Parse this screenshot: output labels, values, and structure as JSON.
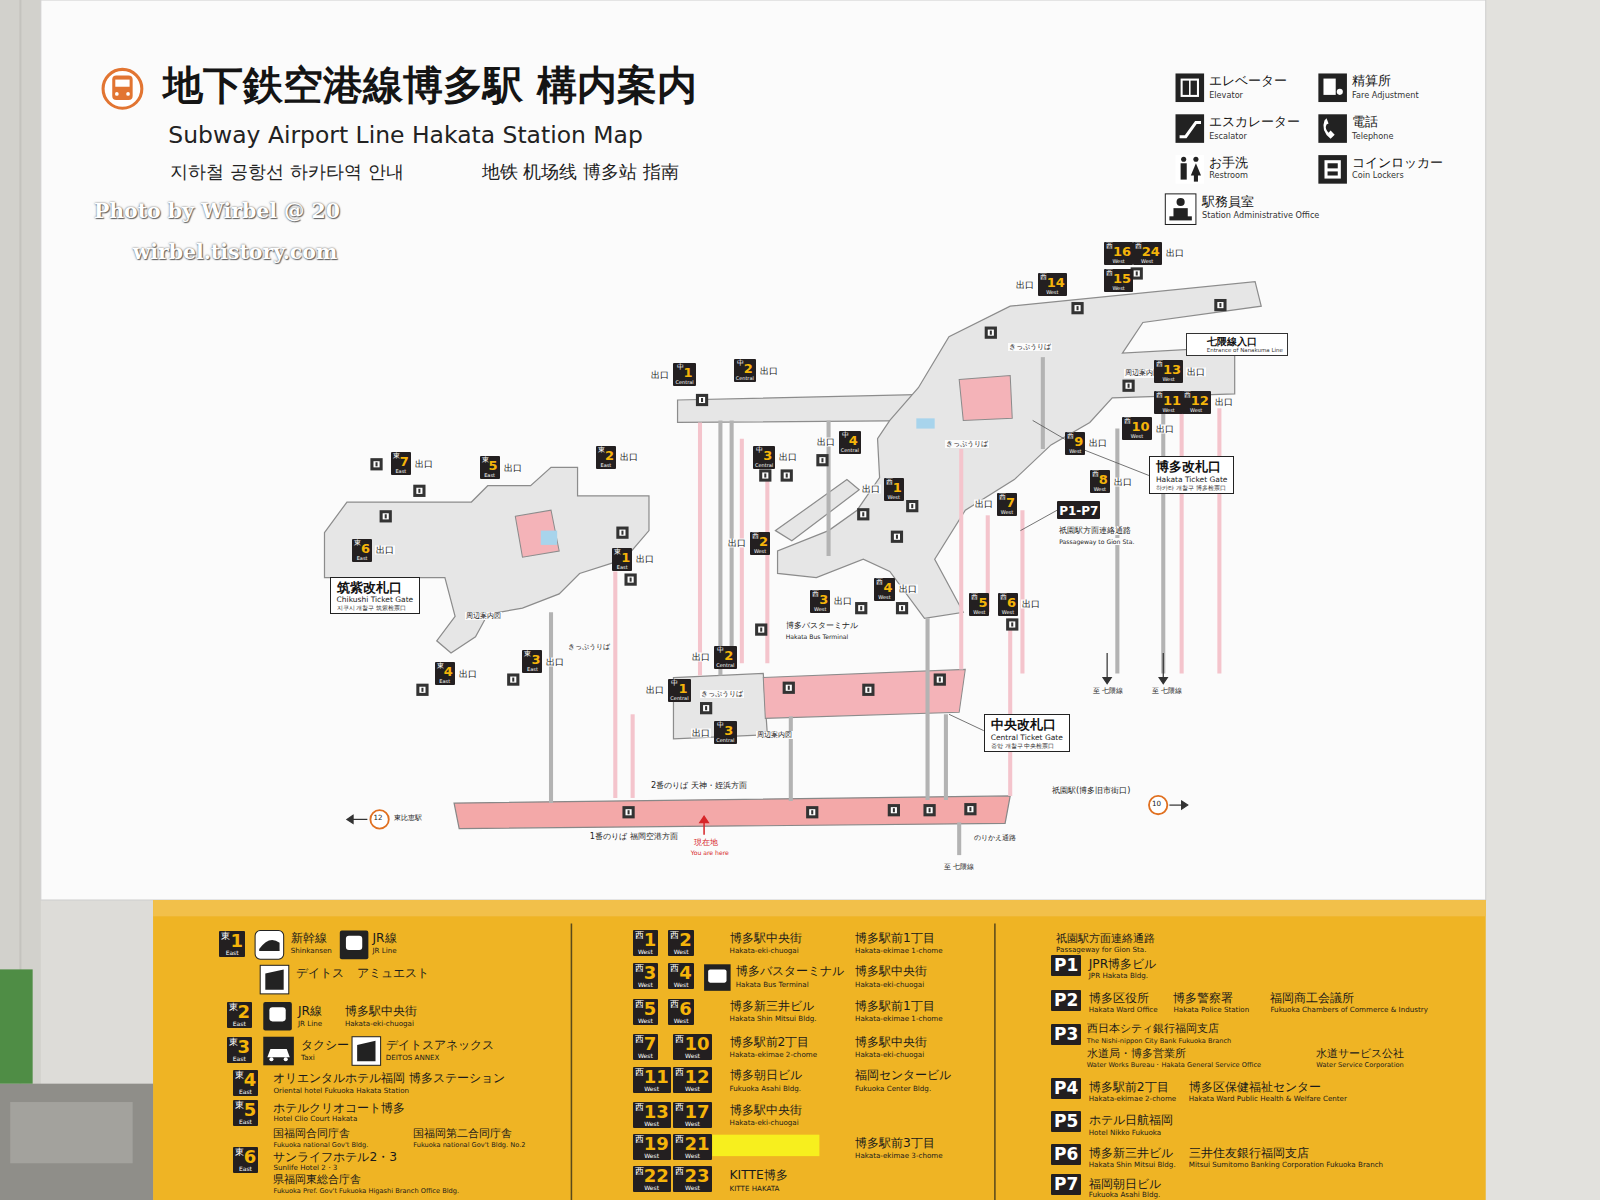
{
  "diagram": {
    "title": "地下鉄空港線博多駅 構内案内",
    "nodes": [
      {
        "text": [
          "筑紫改札口",
          "Chikushi Ticket Gate",
          "지쿠시 개찰구 筑紫检票口"
        ]
      },
      {
        "text": [
          "博多改札口",
          "Hakata Ticket Gate",
          "하카타 개찰구 博多检票口"
        ]
      },
      {
        "text": [
          "中央改札口",
          "Central Ticket Gate",
          "중앙 개찰구 中央检票口"
        ]
      },
      {
        "text": [
          "七隈線入口",
          "Entrance of Nanakuma Line"
        ]
      },
      {
        "text": [
          "東",
          "7",
          "East",
          "出口"
        ]
      },
      {
        "text": [
          "東",
          "5",
          "East",
          "出口"
        ]
      },
      {
        "text": [
          "東",
          "2",
          "East",
          "出口"
        ]
      },
      {
        "text": [
          "東",
          "6",
          "East",
          "出口"
        ]
      },
      {
        "text": [
          "東",
          "1",
          "East",
          "出口"
        ]
      },
      {
        "text": [
          "東",
          "4",
          "East",
          "出口"
        ]
      },
      {
        "text": [
          "東",
          "3",
          "East",
          "出口"
        ]
      },
      {
        "text": [
          "中",
          "1",
          "Central",
          "出口"
        ]
      },
      {
        "text": [
          "中",
          "2",
          "Central",
          "出口"
        ]
      },
      {
        "text": [
          "中",
          "3",
          "Central",
          "出口"
        ]
      },
      {
        "text": [
          "中",
          "4",
          "Central",
          "出口"
        ]
      },
      {
        "text": [
          "中",
          "2",
          "Central",
          "出口"
        ]
      },
      {
        "text": [
          "中",
          "1",
          "Central",
          "出口"
        ]
      },
      {
        "text": [
          "中",
          "3",
          "Central",
          "出口"
        ]
      },
      {
        "text": [
          "西",
          "16",
          "West"
        ]
      },
      {
        "text": [
          "西",
          "24",
          "West",
          "出口"
        ]
      },
      {
        "text": [
          "西",
          "14",
          "West",
          "出口"
        ]
      },
      {
        "text": [
          "西",
          "15",
          "West"
        ]
      },
      {
        "text": [
          "西",
          "13",
          "West",
          "出口"
        ]
      },
      {
        "text": [
          "西",
          "11",
          "West"
        ]
      },
      {
        "text": [
          "西",
          "12",
          "West",
          "出口"
        ]
      },
      {
        "text": [
          "西",
          "10",
          "West",
          "出口"
        ]
      },
      {
        "text": [
          "西",
          "9",
          "West",
          "出口"
        ]
      },
      {
        "text": [
          "西",
          "8",
          "West",
          "出口"
        ]
      },
      {
        "text": [
          "西",
          "1",
          "West",
          "出口"
        ]
      },
      {
        "text": [
          "西",
          "7",
          "West",
          "出口"
        ]
      },
      {
        "text": [
          "西",
          "2",
          "West",
          "出口"
        ]
      },
      {
        "text": [
          "西",
          "3",
          "West",
          "出口"
        ]
      },
      {
        "text": [
          "西",
          "4",
          "West",
          "出口"
        ]
      },
      {
        "text": [
          "西",
          "5",
          "West"
        ]
      },
      {
        "text": [
          "西",
          "6",
          "West",
          "出口"
        ]
      },
      {
        "text": [
          "P1-P7"
        ]
      },
      {
        "text": [
          "東",
          "1",
          "East"
        ]
      },
      {
        "text": [
          "東",
          "2",
          "East"
        ]
      },
      {
        "text": [
          "東",
          "3",
          "East"
        ]
      },
      {
        "text": [
          "東",
          "4",
          "East"
        ]
      },
      {
        "text": [
          "東",
          "5",
          "East"
        ]
      },
      {
        "text": [
          "東",
          "6",
          "East"
        ]
      },
      {
        "text": [
          "西",
          "1",
          "West"
        ]
      },
      {
        "text": [
          "西",
          "2",
          "West"
        ]
      },
      {
        "text": [
          "西",
          "3",
          "West"
        ]
      },
      {
        "text": [
          "西",
          "4",
          "West"
        ]
      },
      {
        "text": [
          "西",
          "5",
          "West"
        ]
      },
      {
        "text": [
          "西",
          "6",
          "West"
        ]
      },
      {
        "text": [
          "西",
          "7",
          "West"
        ]
      },
      {
        "text": [
          "西",
          "10",
          "West"
        ]
      },
      {
        "text": [
          "西",
          "11",
          "West"
        ]
      },
      {
        "text": [
          "西",
          "12",
          "West"
        ]
      },
      {
        "text": [
          "西",
          "13",
          "West"
        ]
      },
      {
        "text": [
          "西",
          "17",
          "West"
        ]
      },
      {
        "text": [
          "西",
          "19",
          "West"
        ]
      },
      {
        "text": [
          "西",
          "21",
          "West"
        ]
      },
      {
        "text": [
          "西",
          "22",
          "West"
        ]
      },
      {
        "text": [
          "西",
          "23",
          "West"
        ]
      },
      {
        "text": [
          "P1"
        ]
      },
      {
        "text": [
          "P2"
        ]
      },
      {
        "text": [
          "P3"
        ]
      },
      {
        "text": [
          "P4"
        ]
      },
      {
        "text": [
          "P5"
        ]
      },
      {
        "text": [
          "P6"
        ]
      },
      {
        "text": [
          "P7"
        ]
      }
    ],
    "labels": [
      "Subway Airport Line Hakata Station Map",
      "지하철 공항선 하카타역 안내",
      "地铁 机场线 博多站 指南",
      "Photo by Wirbel @ 20",
      "wirbel.tistory.com",
      "Elevator",
      "Escalator",
      "Restroom",
      "Station Administrative Office",
      "Fare Adjustment",
      "Telephone",
      "Coin Lockers",
      "きっぷうりば",
      "きっぷうりば",
      "きっぷうりば",
      "きっぷうりば",
      "周辺案内図",
      "周辺案内図",
      "周辺案内図",
      "祇園駅方面連絡通路",
      "Passageway to Gion Sta.",
      "博多バスターミナル",
      "Hakata Bus Terminal",
      "2番のりば 天神・姪浜方面",
      "1番のりば 福岡空港方面",
      "現在地",
      "You are here",
      "のりかえ通路",
      "至 七隈線",
      "至 七隈線",
      "至 七隈線",
      "祇園駅(博多旧市街口)",
      "東比恵駅",
      "12",
      "10",
      "新幹線",
      "Shinkansen",
      "JR線",
      "JR Line",
      "デイトス",
      "アミュエスト",
      "JR線",
      "JR Line",
      "博多駅中央街",
      "Hakata-eki-chuogai",
      "タクシー",
      "Taxi",
      "デイトスアネックス",
      "DEITOS ANNEX",
      "オリエンタルホテル福岡 博多ステーション",
      "Oriental hotel Fukuoka Hakata Station",
      "ホテルクリオコート博多",
      "Hotel Clio Court Hakata",
      "国福岡合同庁舎",
      "Fukuoka national Gov't Bldg.",
      "国福岡第二合同庁舎",
      "Fukuoka national Gov't Bldg. No.2",
      "サンライフホテル2・3",
      "Sunlife Hotel 2・3",
      "県福岡東総合庁舎",
      "Fukuoka Pref. Gov't Fukuoka Higashi Branch Office Bldg.",
      "博多駅中央街",
      "Hakata-eki-chuogai",
      "博多駅前1丁目",
      "Hakata-ekimae 1-chome",
      "博多バスターミナル",
      "Hakata Bus Terminal",
      "博多駅中央街",
      "Hakata-eki-chuogai",
      "博多新三井ビル",
      "Hakata Shin Mitsui Bldg.",
      "博多駅前1丁目",
      "Hakata-ekimae 1-chome",
      "博多駅前2丁目",
      "Hakata-ekimae 2-chome",
      "博多駅中央街",
      "Hakata-eki-chuogai",
      "博多朝日ビル",
      "Fukuoka Asahi Bldg.",
      "福岡センタービル",
      "Fukuoka Center Bldg.",
      "博多駅中央街",
      "Hakata-eki-chuogai",
      "博多駅前3丁目",
      "Hakata-ekimae 3-chome",
      "KITTE博多",
      "KITTE HAKATA",
      "祇園駅方面連絡通路",
      "Passageway for Gion Sta.",
      "JPR博多ビル",
      "JPR Hakata Bldg.",
      "博多区役所",
      "Hakata Ward Office",
      "博多警察署",
      "Hakata Police Station",
      "福岡商工会議所",
      "Fukuoka Chambers of Commerce & Industry",
      "西日本シティ銀行福岡支店",
      "The Nishi-nippon City Bank Fukuoka Branch",
      "水道局・博多営業所",
      "Water Works Bureau・Hakata General Service Office",
      "水道サービス公社",
      "Water Service Corporation",
      "博多駅前2丁目",
      "Hakata-ekimae 2-chome",
      "博多区保健福祉センター",
      "Hakata Ward Public Health & Welfare Center",
      "ホテル日航福岡",
      "Hotel Nikko Fukuoka",
      "博多新三井ビル",
      "Hakata Shin Mitsui Bldg.",
      "三井住友銀行福岡支店",
      "Mitsui Sumitomo Banking Corporation Fukuoka Branch",
      "福岡朝日ビル",
      "Fukuoka Asahi Bldg."
    ],
    "legend": [
      {
        "text": "エレベーター"
      },
      {
        "text": "エスカレーター"
      },
      {
        "text": "お手洗"
      },
      {
        "text": "駅務員室"
      },
      {
        "text": "精算所"
      },
      {
        "text": "電話"
      },
      {
        "text": "コインロッカー"
      }
    ]
  }
}
